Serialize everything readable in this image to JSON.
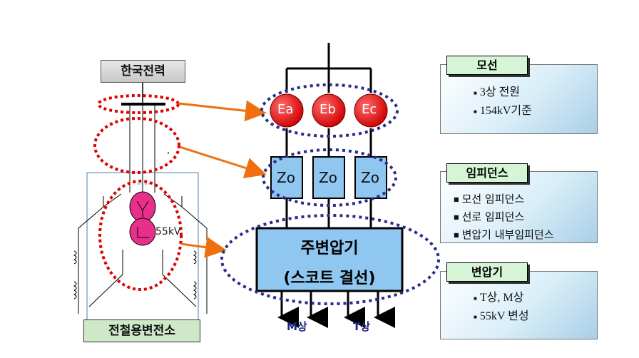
{
  "left_panel": {
    "top_label": "한국전력",
    "bottom_label": "전철용변전소",
    "voltage_label": "55kV"
  },
  "center": {
    "sources": [
      "Ea",
      "Eb",
      "Ec"
    ],
    "impedances": [
      "Zo",
      "Zo",
      "Zo"
    ],
    "transformer": {
      "line1": "주변압기",
      "line2": "(스코트 결선)"
    },
    "outputs": [
      "M상",
      "T상"
    ]
  },
  "right_panels": [
    {
      "title": "모선",
      "items": [
        "3상 전원",
        "154kV기준"
      ]
    },
    {
      "title": "임피던스",
      "items": [
        "모선 임피던스",
        "선로 임피던스",
        "변압기 내부임피던스"
      ]
    },
    {
      "title": "변압기",
      "items": [
        "T상, M상",
        "55kV 변성"
      ]
    }
  ],
  "colors": {
    "source_fill": "#e00000",
    "impedance_fill": "#8fc7f0",
    "transformer_fill": "#8fc7f0",
    "dotted_red": "#e00000",
    "dotted_blue": "#2a2a8a",
    "arrow": "#f07010",
    "coil": "#e0307a"
  }
}
